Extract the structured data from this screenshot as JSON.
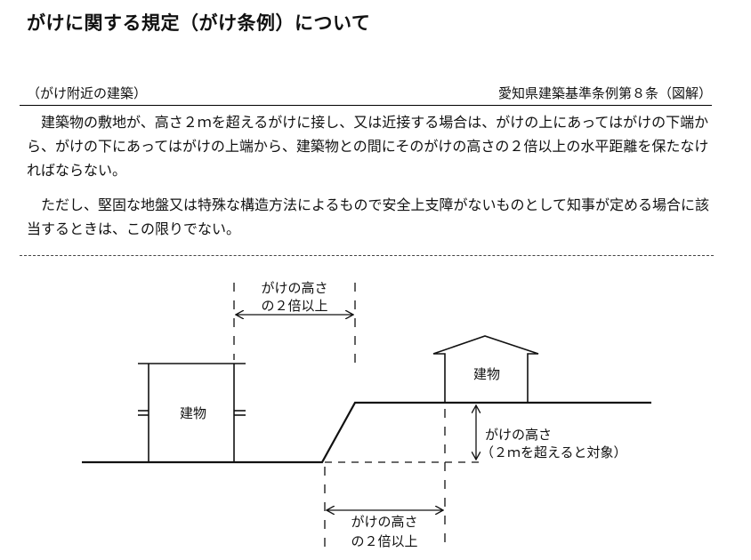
{
  "title": "がけに関する規定（がけ条例）について",
  "section": {
    "label": "（がけ附近の建築）",
    "reference": "愛知県建築基準条例第８条（図解）"
  },
  "paragraphs": [
    "建築物の敷地が、高さ２ｍを超えるがけに接し、又は近接する場合は、がけの上にあってはがけの下端から、がけの下にあってはがけの上端から、建築物との間にそのがけの高さの２倍以上の水平距離を保たなければならない。",
    "ただし、堅固な地盤又は特殊な構造方法によるもので安全上支障がないものとして知事が定める場合に該当するときは、この限りでない。"
  ],
  "diagram": {
    "building_lower_label": "建物",
    "building_upper_label": "建物",
    "top_dimension_line1": "がけの高さ",
    "top_dimension_line2": "の２倍以上",
    "bottom_dimension_line1": "がけの高さ",
    "bottom_dimension_line2": "の２倍以上",
    "height_label_line1": "がけの高さ",
    "height_label_line2": "（２ｍを超えると対象）"
  }
}
